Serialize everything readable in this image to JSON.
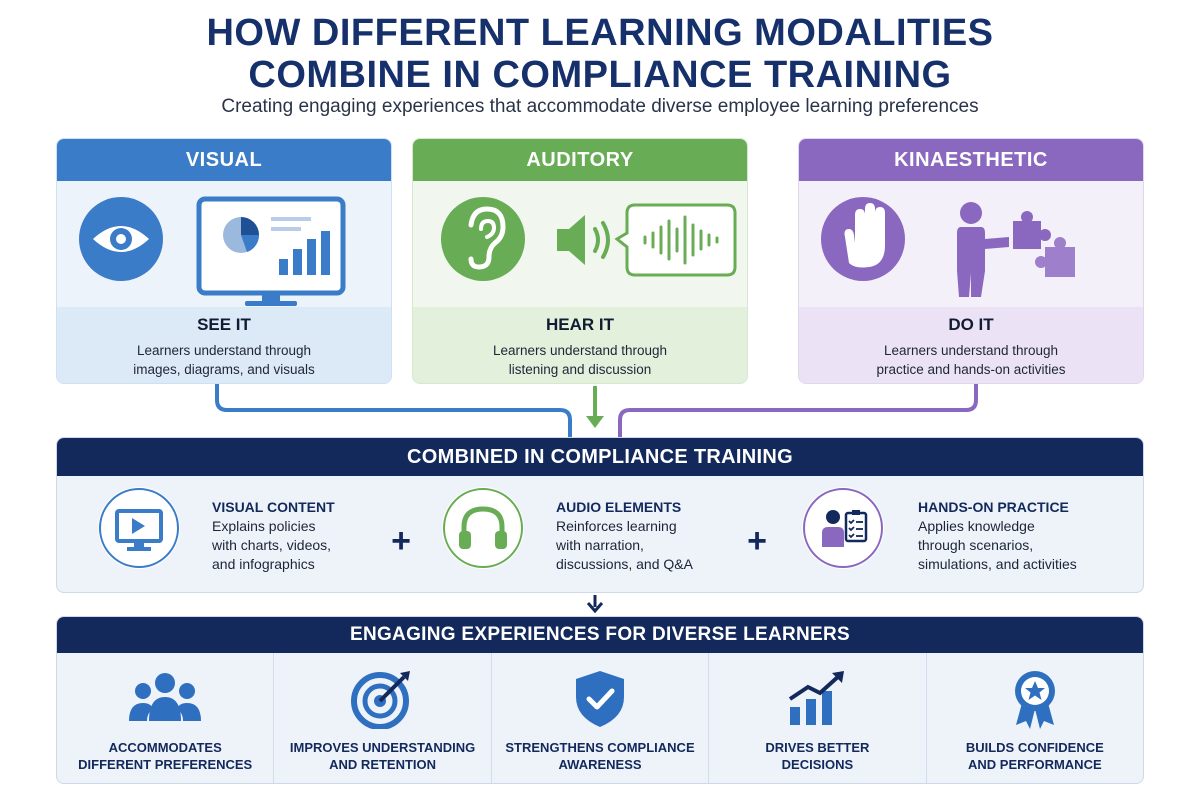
{
  "header": {
    "title_line1": "HOW DIFFERENT LEARNING MODALITIES",
    "title_line2": "COMBINE IN COMPLIANCE TRAINING",
    "subtitle": "Creating engaging experiences that accommodate diverse employee learning preferences"
  },
  "modalities": [
    {
      "name": "VISUAL",
      "heading": "SEE IT",
      "line1": "Learners understand through",
      "line2": "images, diagrams, and visuals",
      "color": "#3b7cc8"
    },
    {
      "name": "AUDITORY",
      "heading": "HEAR IT",
      "line1": "Learners understand through",
      "line2": "listening and discussion",
      "color": "#68ad55"
    },
    {
      "name": "KINAESTHETIC",
      "heading": "DO IT",
      "line1": "Learners understand through",
      "line2": "practice and hands-on activities",
      "color": "#8b68bf"
    }
  ],
  "combined": {
    "title": "COMBINED IN COMPLIANCE TRAINING",
    "items": [
      {
        "title": "VISUAL CONTENT",
        "line1": "Explains policies",
        "line2": "with charts, videos,",
        "line3": "and infographics"
      },
      {
        "title": "AUDIO ELEMENTS",
        "line1": "Reinforces learning",
        "line2": "with narration,",
        "line3": "discussions, and Q&A"
      },
      {
        "title": "HANDS-ON PRACTICE",
        "line1": "Applies knowledge",
        "line2": "through scenarios,",
        "line3": "simulations, and activities"
      }
    ],
    "plus": "+"
  },
  "engaging": {
    "title": "ENGAGING EXPERIENCES FOR DIVERSE LEARNERS",
    "benefits": [
      {
        "line1": "ACCOMMODATES",
        "line2": "DIFFERENT PREFERENCES",
        "icon": "group-icon"
      },
      {
        "line1": "IMPROVES UNDERSTANDING",
        "line2": "AND RETENTION",
        "icon": "target-icon"
      },
      {
        "line1": "STRENGTHENS COMPLIANCE",
        "line2": "AWARENESS",
        "icon": "shield-check-icon"
      },
      {
        "line1": "DRIVES BETTER",
        "line2": "DECISIONS",
        "icon": "growth-chart-icon"
      },
      {
        "line1": "BUILDS CONFIDENCE",
        "line2": "AND PERFORMANCE",
        "icon": "award-badge-icon"
      }
    ]
  },
  "colors": {
    "navy": "#13295c",
    "blue": "#3b7cc8",
    "green": "#68ad55",
    "purple": "#8b68bf"
  }
}
